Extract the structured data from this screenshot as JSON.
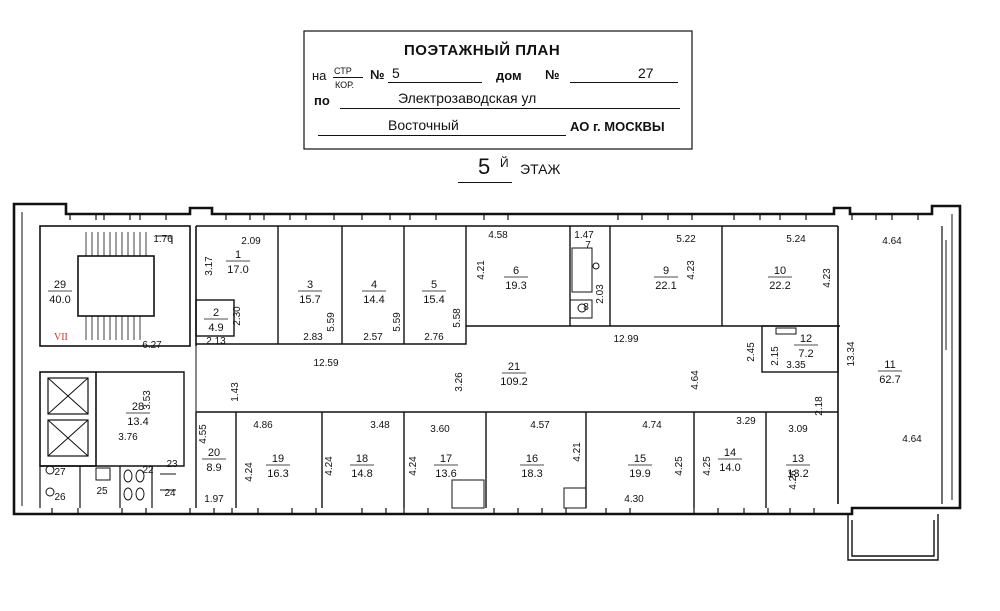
{
  "header": {
    "title": "ПОЭТАЖНЫЙ ПЛАН",
    "na": "на",
    "str": "СТР",
    "kor": "КОР.",
    "num_sign": "№",
    "building_no": "5",
    "dom": "дом",
    "dom_no": "27",
    "po": "по",
    "street": "Электрозаводская ул",
    "district": "Восточный",
    "city": "АО г. МОСКВЫ",
    "floor_no": "5",
    "floor_suffix": "Й",
    "floor_word": "ЭТАЖ"
  },
  "rooms": [
    {
      "id": "1",
      "area": "17.0"
    },
    {
      "id": "2",
      "area": "4.9"
    },
    {
      "id": "3",
      "area": "15.7"
    },
    {
      "id": "4",
      "area": "14.4"
    },
    {
      "id": "5",
      "area": "15.4"
    },
    {
      "id": "6",
      "area": "19.3"
    },
    {
      "id": "7",
      "area": ""
    },
    {
      "id": "8",
      "area": ""
    },
    {
      "id": "9",
      "area": "22.1"
    },
    {
      "id": "10",
      "area": "22.2"
    },
    {
      "id": "11",
      "area": "62.7"
    },
    {
      "id": "12",
      "area": "7.2"
    },
    {
      "id": "13",
      "area": "13.2"
    },
    {
      "id": "14",
      "area": "14.0"
    },
    {
      "id": "15",
      "area": "19.9"
    },
    {
      "id": "16",
      "area": "18.3"
    },
    {
      "id": "17",
      "area": "13.6"
    },
    {
      "id": "18",
      "area": "14.8"
    },
    {
      "id": "19",
      "area": "16.3"
    },
    {
      "id": "20",
      "area": "8.9"
    },
    {
      "id": "21",
      "area": "109.2"
    },
    {
      "id": "22",
      "area": ""
    },
    {
      "id": "23",
      "area": ""
    },
    {
      "id": "24",
      "area": ""
    },
    {
      "id": "25",
      "area": ""
    },
    {
      "id": "26",
      "area": ""
    },
    {
      "id": "27",
      "area": ""
    },
    {
      "id": "28",
      "area": "13.4"
    },
    {
      "id": "29",
      "area": "40.0"
    }
  ],
  "stair_label": "VII",
  "dimensions": [
    "1.76",
    "2.09",
    "3.17",
    "4.58",
    "1.47",
    "5.22",
    "5.24",
    "4.64",
    "4.21",
    "4.23",
    "2.03",
    "4.23",
    "5.59",
    "5.59",
    "5.58",
    "2.30",
    "6.27",
    "2.13",
    "2.83",
    "2.57",
    "2.76",
    "12.99",
    "2.45",
    "2.15",
    "3.35",
    "13.34",
    "12.59",
    "3.26",
    "4.64",
    "1.43",
    "3.53",
    "3.76",
    "2.18",
    "4.55",
    "4.86",
    "3.48",
    "3.60",
    "4.57",
    "4.74",
    "3.29",
    "3.09",
    "4.24",
    "4.24",
    "4.24",
    "4.21",
    "4.25",
    "4.25",
    "4.26",
    "1.97",
    "4.30",
    "4.64"
  ]
}
